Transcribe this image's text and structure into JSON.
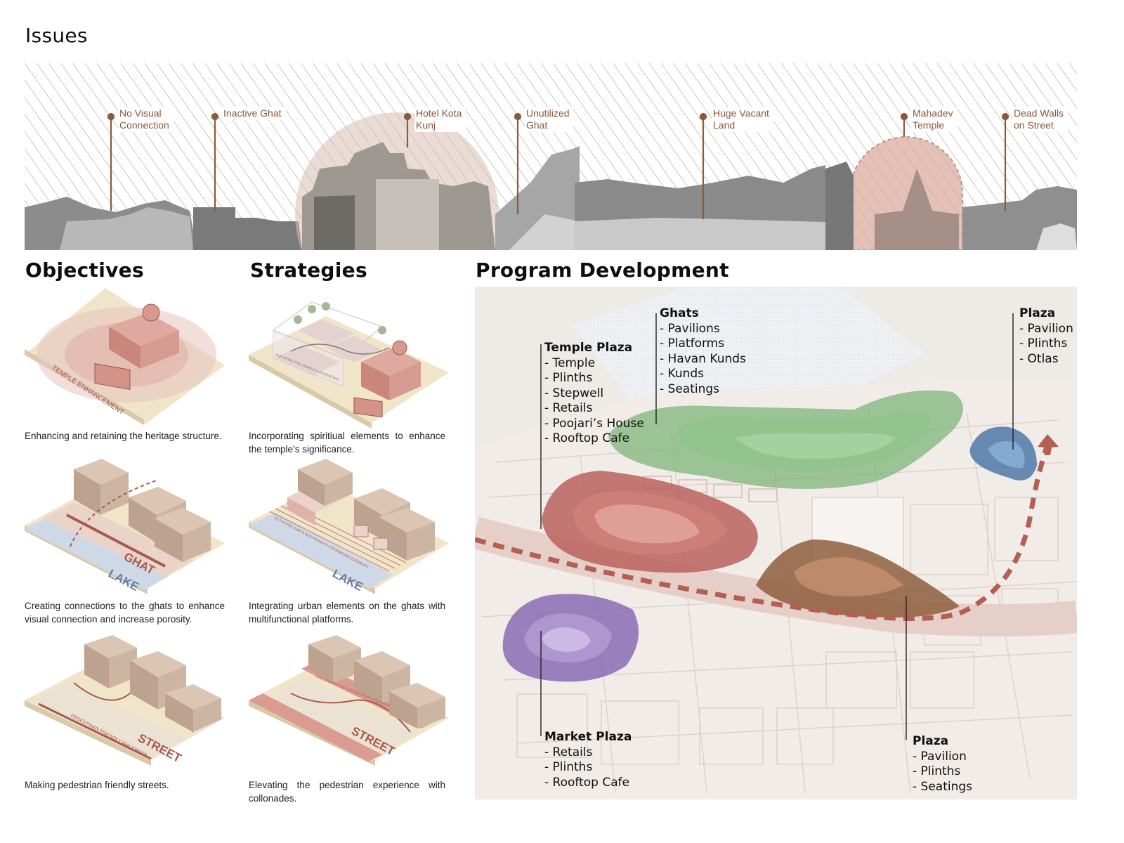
{
  "sections": {
    "issues": "Issues",
    "objectives": "Objectives",
    "strategies": "Strategies",
    "program": "Program Development"
  },
  "issues": [
    {
      "label": "No Visual\nConnection"
    },
    {
      "label": "Inactive Ghat"
    },
    {
      "label": "Hotel Kota\nKunj"
    },
    {
      "label": "Unutilized\nGhat"
    },
    {
      "label": "Huge Vacant\nLand"
    },
    {
      "label": "Mahadev\nTemple"
    },
    {
      "label": "Dead Walls\non Street"
    }
  ],
  "objectives": [
    {
      "caption": "Enhancing and retaining the heritage structure.",
      "tag": "TEMPLE ENHANCEMENT"
    },
    {
      "caption": "Creating connections to the ghats to enhance visual connection and increase porosity.",
      "tag1": "GHAT",
      "tag2": "LAKE"
    },
    {
      "caption": "Making pedestrian friendly streets.",
      "tag1": "STREET",
      "tag2": "PEDESTRIAN FRIENDLY WALKWAYS"
    }
  ],
  "strategies": [
    {
      "caption": "Incorporating spiritiual elements to enhance the temple’s significance.",
      "tag": "ELEVATING THE TEMPLE'S CHARACTER"
    },
    {
      "caption": "Integrating urban elements on the ghats with multifunctional platforms.",
      "tag1": "LAKE",
      "tag2": "ACTIVATING GHATS WITH HAVAN PLATFORMS AND ELEMENTS"
    },
    {
      "caption": "Elevating the pedestrian experience with collonades.",
      "tag1": "STREET",
      "tag2": "COLLONADES FOR A PEDESTRIAN MOVEMENT"
    }
  ],
  "program": [
    {
      "title": "Temple Plaza",
      "items": [
        "- Temple",
        "- Plinths",
        "- Stepwell",
        "- Retails",
        "- Poojari’s House",
        "- Rooftop Cafe"
      ]
    },
    {
      "title": "Ghats",
      "items": [
        "- Pavilions",
        "- Platforms",
        "- Havan Kunds",
        "- Kunds",
        "- Seatings"
      ]
    },
    {
      "title": "Plaza",
      "items": [
        "- Pavilion",
        "- Plinths",
        "- Otlas"
      ]
    },
    {
      "title": "Market Plaza",
      "items": [
        "- Retails",
        "- Plinths",
        "- Rooftop Cafe"
      ]
    },
    {
      "title": "Plaza",
      "items": [
        "- Pavilion",
        "- Plinths",
        "- Seatings"
      ]
    }
  ],
  "colors": {
    "accent": "#8b5a3c",
    "temple": "#b85a55",
    "ghats": "#7fb57a",
    "plaza_blue": "#4f78a8",
    "market": "#8a6cb3",
    "plaza_brown": "#8e5e3e",
    "path": "#b35f52",
    "block": "#cdb5a3",
    "base": "#f0e4c9"
  }
}
